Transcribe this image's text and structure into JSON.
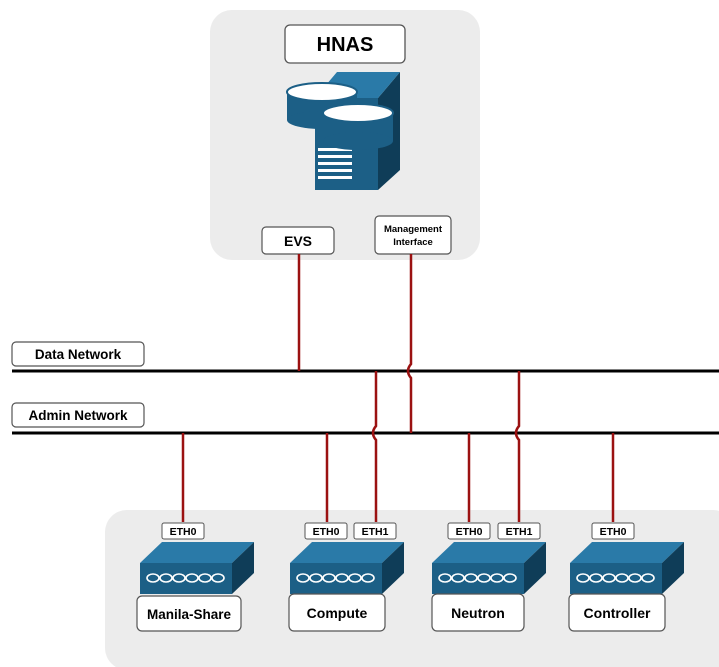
{
  "hnas": {
    "title": "HNAS",
    "evs_label": "EVS",
    "mgmt_label_line1": "Management",
    "mgmt_label_line2": "Interface"
  },
  "networks": {
    "data_label": "Data Network",
    "admin_label": "Admin Network"
  },
  "nodes": [
    {
      "name": "Manila-Share",
      "ports": [
        "ETH0"
      ]
    },
    {
      "name": "Compute",
      "ports": [
        "ETH0",
        "ETH1"
      ]
    },
    {
      "name": "Neutron",
      "ports": [
        "ETH0",
        "ETH1"
      ]
    },
    {
      "name": "Controller",
      "ports": [
        "ETH0"
      ]
    }
  ],
  "colors": {
    "panel": "#ececec",
    "device": "#1c5f86",
    "device_dark": "#0f3d58",
    "link": "#9b1111",
    "network_line": "#000000"
  },
  "icons": {
    "storage": "storage-server-icon",
    "switch": "network-switch-icon"
  }
}
